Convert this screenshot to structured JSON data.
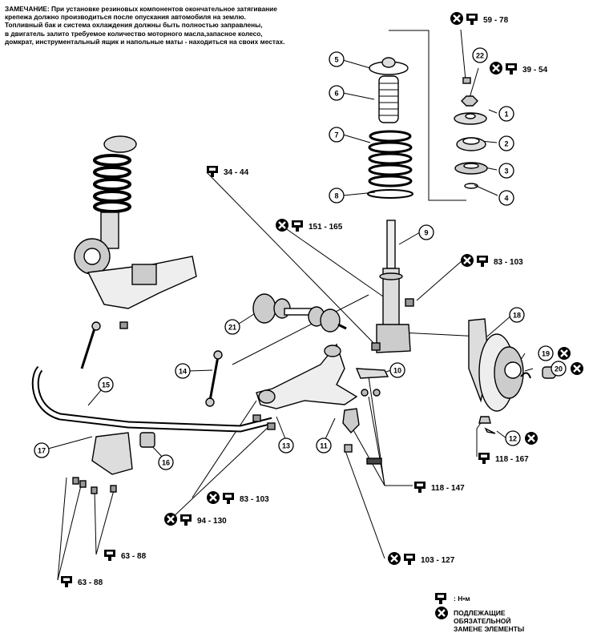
{
  "note": {
    "lines": [
      "ЗАМЕЧАНИЕ: При установке резиновых компонентов окончательное затягивание",
      "крепежа должно производиться после опускания автомобиля на землю.",
      "Топливный бак и система охлаждения должны быть полностью заправлены,",
      "в двигатель залито требуемое количество моторного масла,запасное колесо,",
      "домкрат, инструментальный ящик и напольные маты - находиться на своих местах."
    ]
  },
  "torques": [
    {
      "id": "t1",
      "text": "59 - 78",
      "replace": true
    },
    {
      "id": "t2",
      "text": "39 - 54",
      "replace": true
    },
    {
      "id": "t3",
      "text": "34 - 44",
      "replace": false
    },
    {
      "id": "t4",
      "text": "151 - 165",
      "replace": true
    },
    {
      "id": "t5",
      "text": "83 - 103",
      "replace": true
    },
    {
      "id": "t6",
      "text": "118 - 167",
      "replace": false
    },
    {
      "id": "t7",
      "text": "118 - 147",
      "replace": false
    },
    {
      "id": "t8",
      "text": "83 - 103",
      "replace": true
    },
    {
      "id": "t9",
      "text": "94 - 130",
      "replace": true
    },
    {
      "id": "t10",
      "text": "63 - 88",
      "replace": false
    },
    {
      "id": "t11",
      "text": "63 - 88",
      "replace": false
    },
    {
      "id": "t12",
      "text": "103 - 127",
      "replace": true
    }
  ],
  "callouts": [
    "1",
    "2",
    "3",
    "4",
    "5",
    "6",
    "7",
    "8",
    "9",
    "10",
    "11",
    "12",
    "13",
    "14",
    "15",
    "16",
    "17",
    "18",
    "19",
    "20",
    "21",
    "22"
  ],
  "replace_marks": {
    "c12": true,
    "c19": true,
    "c20": true
  },
  "legend": {
    "torque_unit": ": Н•м",
    "replace_lines": [
      "ПОДЛЕЖАЩИЕ",
      "ОБЯЗАТЕЛЬНОЙ",
      "ЗАМЕНЕ ЭЛЕМЕНТЫ"
    ]
  }
}
